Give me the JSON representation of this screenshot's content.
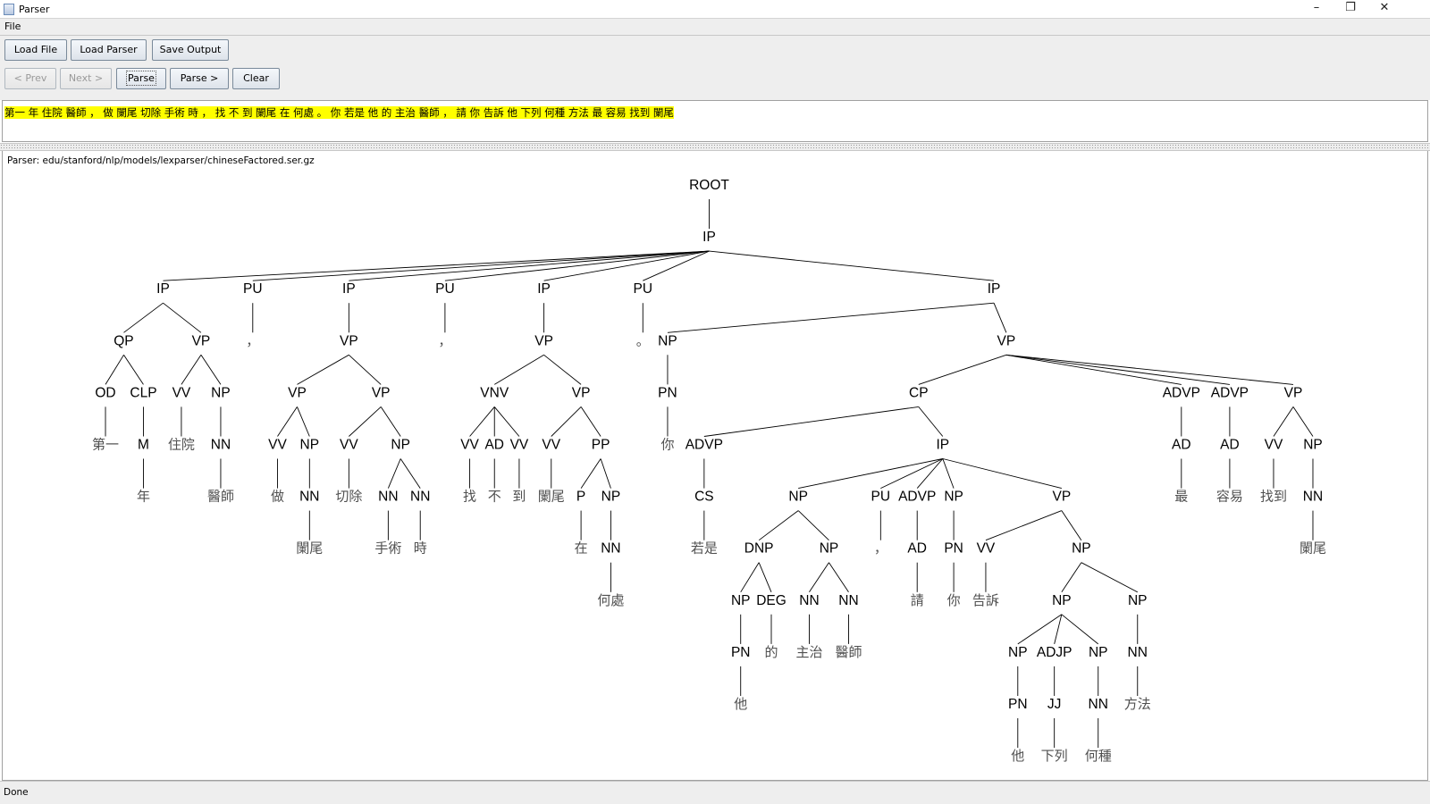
{
  "window": {
    "title": "Parser",
    "controls": {
      "minimize": "–",
      "restore": "❐",
      "close": "✕"
    }
  },
  "menu": {
    "file_label": "File"
  },
  "toolbar": {
    "load_file": "Load File",
    "load_parser": "Load Parser",
    "save_output": "Save Output",
    "prev": "< Prev",
    "next": "Next >",
    "parse": "Parse",
    "parse_next": "Parse >",
    "clear": "Clear"
  },
  "sentence": {
    "text": "第一 年 住院 醫師 ， 做 闌尾 切除 手術 時 ， 找 不 到 闌尾 在 何處 。 你 若是 他 的 主治 醫師 ， 請 你 告訴 他 下列 何種 方法 最 容易 找到 闌尾",
    "highlight_color": "#ffff00"
  },
  "parser_info": "Parser: edu/stanford/nlp/models/lexparser/chineseFactored.ser.gz",
  "status": "Done",
  "tree_colors": {
    "label": "#000000",
    "word": "#505050",
    "line": "#000000"
  },
  "tree": [
    "ROOT",
    [
      "IP",
      [
        "IP",
        [
          "QP",
          [
            "OD",
            "第一"
          ],
          [
            "CLP",
            [
              "M",
              "年"
            ]
          ]
        ],
        [
          "VP",
          [
            "VV",
            "住院"
          ],
          [
            "NP",
            [
              "NN",
              "醫師"
            ]
          ]
        ]
      ],
      [
        "PU",
        "，"
      ],
      [
        "IP",
        [
          "VP",
          [
            "VP",
            [
              "VV",
              "做"
            ],
            [
              "NP",
              [
                "NN",
                "闌尾"
              ]
            ]
          ],
          [
            "VP",
            [
              "VV",
              "切除"
            ],
            [
              "NP",
              [
                "NN",
                "手術"
              ],
              [
                "NN",
                "時"
              ]
            ]
          ]
        ]
      ],
      [
        "PU",
        "，"
      ],
      [
        "IP",
        [
          "VP",
          [
            "VNV",
            [
              "VV",
              "找"
            ],
            [
              "AD",
              "不"
            ],
            [
              "VV",
              "到"
            ]
          ],
          [
            "VP",
            [
              "VV",
              "闌尾"
            ],
            [
              "PP",
              [
                "P",
                "在"
              ],
              [
                "NP",
                [
                  "NN",
                  "何處"
                ]
              ]
            ]
          ]
        ]
      ],
      [
        "PU",
        "。"
      ],
      [
        "IP",
        [
          "NP",
          [
            "PN",
            "你"
          ]
        ],
        [
          "VP",
          [
            "CP",
            [
              "ADVP",
              [
                "CS",
                "若是"
              ]
            ],
            [
              "IP",
              [
                "NP",
                [
                  "DNP",
                  [
                    "NP",
                    [
                      "PN",
                      "他"
                    ]
                  ],
                  [
                    "DEG",
                    "的"
                  ]
                ],
                [
                  "NP",
                  [
                    "NN",
                    "主治"
                  ],
                  [
                    "NN",
                    "醫師"
                  ]
                ]
              ],
              [
                "PU",
                "，"
              ],
              [
                "ADVP",
                [
                  "AD",
                  "請"
                ]
              ],
              [
                "NP",
                [
                  "PN",
                  "你"
                ]
              ],
              [
                "VP",
                [
                  "VV",
                  "告訴"
                ],
                [
                  "NP",
                  [
                    "NP",
                    [
                      "NP",
                      [
                        "PN",
                        "他"
                      ]
                    ],
                    [
                      "ADJP",
                      [
                        "JJ",
                        "下列"
                      ]
                    ],
                    [
                      "NP",
                      [
                        "NN",
                        "何種"
                      ]
                    ]
                  ],
                  [
                    "NP",
                    [
                      "NN",
                      "方法"
                    ]
                  ]
                ]
              ]
            ]
          ],
          [
            "ADVP",
            [
              "AD",
              "最"
            ]
          ],
          [
            "ADVP",
            [
              "AD",
              "容易"
            ]
          ],
          [
            "VP",
            [
              "VV",
              "找到"
            ],
            [
              "NP",
              [
                "NN",
                "闌尾"
              ]
            ]
          ]
        ]
      ]
    ]
  ]
}
